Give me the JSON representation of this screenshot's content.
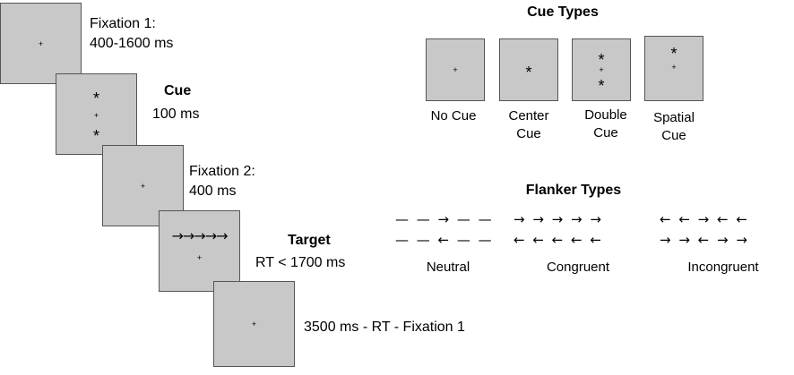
{
  "sequence": {
    "fixation1": {
      "label": "Fixation 1:",
      "time": "400-1600 ms",
      "symbol": "+"
    },
    "cue": {
      "label": "Cue",
      "time": "100 ms",
      "star": "*",
      "plus": "+"
    },
    "fixation2": {
      "label": "Fixation 2:",
      "time": "400 ms",
      "symbol": "+"
    },
    "target": {
      "label": "Target",
      "time": "RT < 1700 ms",
      "arrows": "→→→→→",
      "plus": "+"
    },
    "final": {
      "label": "3500 ms - RT - Fixation 1",
      "symbol": "+"
    }
  },
  "cue_types": {
    "title": "Cue Types",
    "items": [
      {
        "line1": "No Cue",
        "line2": ""
      },
      {
        "line1": "Center",
        "line2": "Cue"
      },
      {
        "line1": "Double",
        "line2": "Cue"
      },
      {
        "line1": "Spatial",
        "line2": "Cue"
      }
    ],
    "star": "*",
    "plus": "+"
  },
  "flanker_types": {
    "title": "Flanker Types",
    "neutral": {
      "row1": "— — → — —",
      "row2": "— — ← — —",
      "label": "Neutral"
    },
    "congruent": {
      "row1": "→ → → → →",
      "row2": "← ← ← ← ←",
      "label": "Congruent"
    },
    "incongruent": {
      "row1": "← ← → ← ←",
      "row2": "→ → ← → →",
      "label": "Incongruent"
    }
  }
}
